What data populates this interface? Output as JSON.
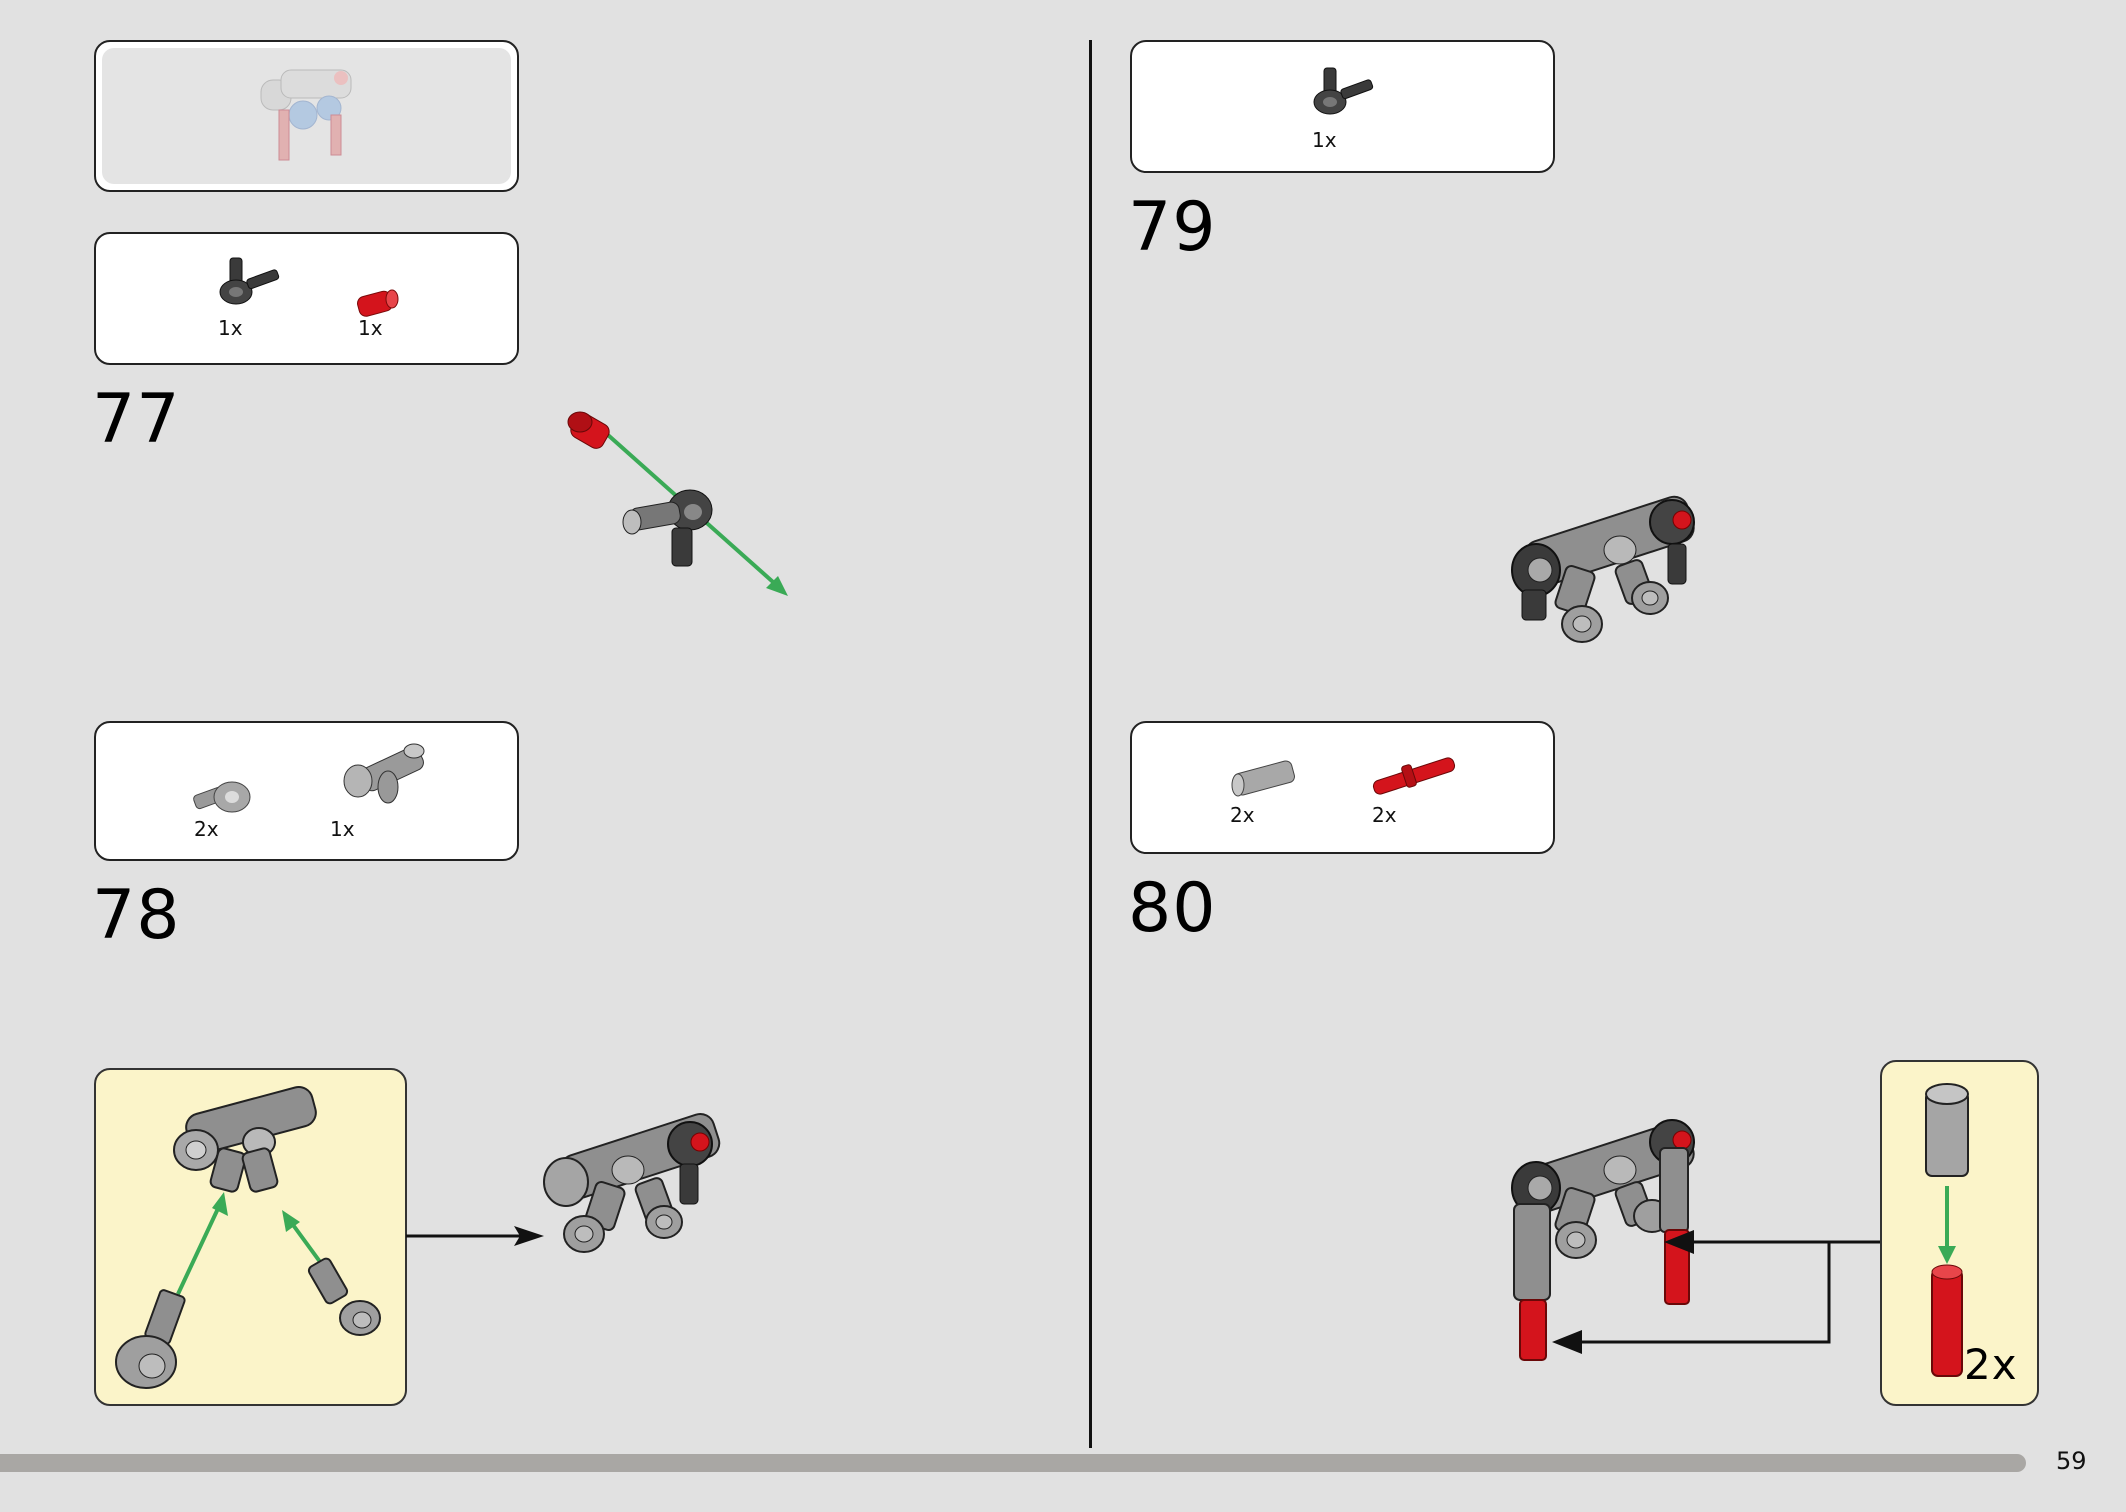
{
  "page": {
    "number": "59"
  },
  "steps": [
    {
      "number": "77",
      "parts": [
        {
          "qty": "1x"
        },
        {
          "qty": "1x"
        }
      ]
    },
    {
      "number": "78",
      "parts": [
        {
          "qty": "2x"
        },
        {
          "qty": "1x"
        }
      ]
    },
    {
      "number": "79",
      "parts": [
        {
          "qty": "1x"
        }
      ]
    },
    {
      "number": "80",
      "parts": [
        {
          "qty": "2x"
        },
        {
          "qty": "2x"
        }
      ],
      "submodel_qty": "2x"
    }
  ],
  "colors": {
    "page_bg": "#e1e1e1",
    "subassembly_bg": "#fbf4c9",
    "arrow_green": "#3aaa56",
    "part_red": "#d4141c",
    "part_dark": "#3a3a3a",
    "part_gray": "#9a9a9a"
  }
}
